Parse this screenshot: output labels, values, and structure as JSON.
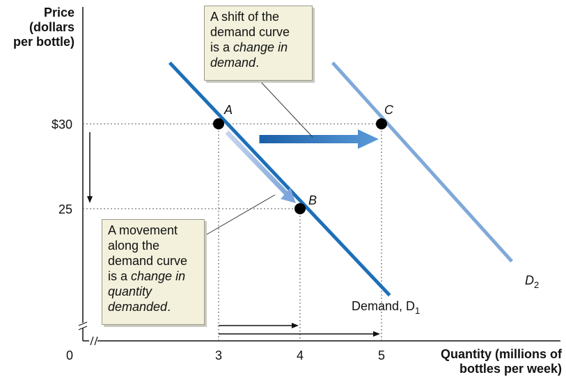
{
  "chart_data": {
    "type": "line",
    "y_axis_title": [
      "Price",
      "(dollars",
      "per bottle)"
    ],
    "x_axis_title": [
      "Quantity (millions of",
      "bottles per week)"
    ],
    "origin_label": "0",
    "x_ticks": [
      {
        "value": 3,
        "label": "3"
      },
      {
        "value": 4,
        "label": "4"
      },
      {
        "value": 5,
        "label": "5"
      }
    ],
    "y_ticks": [
      {
        "value": 30,
        "label": "$30"
      },
      {
        "value": 25,
        "label": "25"
      }
    ],
    "series": [
      {
        "name": "Demand, D1",
        "label_main": "Demand, D",
        "label_sub": "1",
        "color": "#1d6fb8",
        "x": [
          2.4,
          5.1
        ],
        "y": [
          33.6,
          19.9
        ]
      },
      {
        "name": "D2",
        "label_main": "D",
        "label_sub": "2",
        "color": "#7fa9d8",
        "x": [
          4.4,
          6.6
        ],
        "y": [
          33.6,
          21.9
        ]
      }
    ],
    "points": [
      {
        "label": "A",
        "x": 3,
        "y": 30
      },
      {
        "label": "B",
        "x": 4,
        "y": 25
      },
      {
        "label": "C",
        "x": 5,
        "y": 30
      }
    ],
    "annotations": {
      "shift_text": [
        "A shift of the",
        "demand curve",
        "is a ",
        "change in",
        "demand",
        "."
      ],
      "movement_text": [
        "A movement",
        "along the",
        "demand curve",
        "is a ",
        "change in",
        "quantity",
        "demanded",
        "."
      ]
    },
    "colors": {
      "demand1": "#1d6fb8",
      "demand2": "#7fa9d8",
      "callout_bg": "#f3f1dc",
      "shift_arrow": "#2a78c2"
    }
  }
}
